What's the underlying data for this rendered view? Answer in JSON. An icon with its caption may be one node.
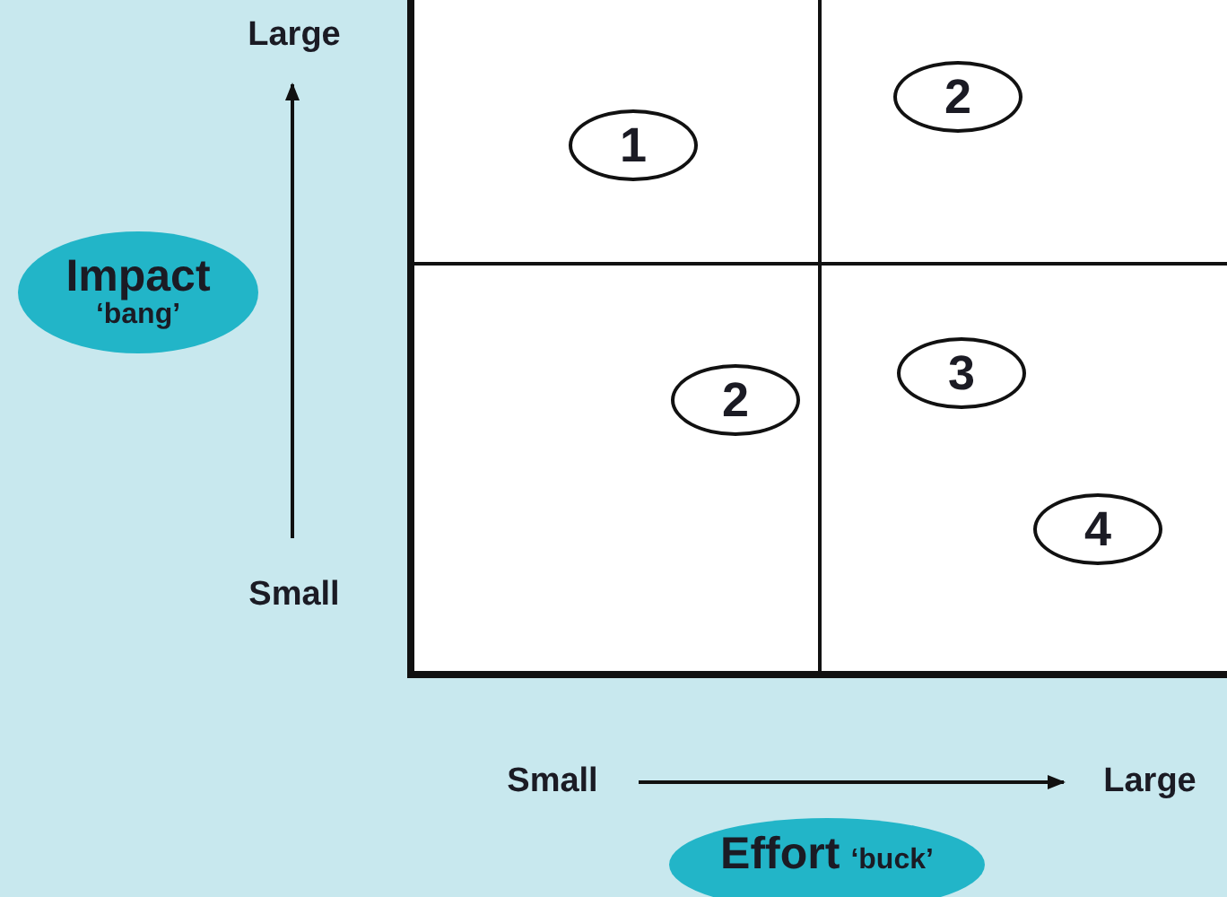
{
  "diagram": {
    "nodes": [
      {
        "text": [],
        "shape": "box"
      },
      {
        "text": [
          "1"
        ],
        "in": 0
      },
      {
        "text": [],
        "shape": "box"
      },
      {
        "text": [
          "2"
        ],
        "in": 2
      },
      {
        "text": [
          "Impact",
          "‘bang’"
        ]
      },
      {
        "text": [],
        "shape": "box"
      },
      {
        "text": [
          "2"
        ],
        "in": 5
      },
      {
        "text": [],
        "shape": "box"
      },
      {
        "text": [
          "3"
        ],
        "in": 7
      },
      {
        "text": [
          "4"
        ],
        "in": 7
      },
      {
        "text": [
          "Effort",
          "‘buck’"
        ]
      }
    ],
    "labels": [
      "Large",
      "Small",
      "Small",
      "Large"
    ]
  }
}
